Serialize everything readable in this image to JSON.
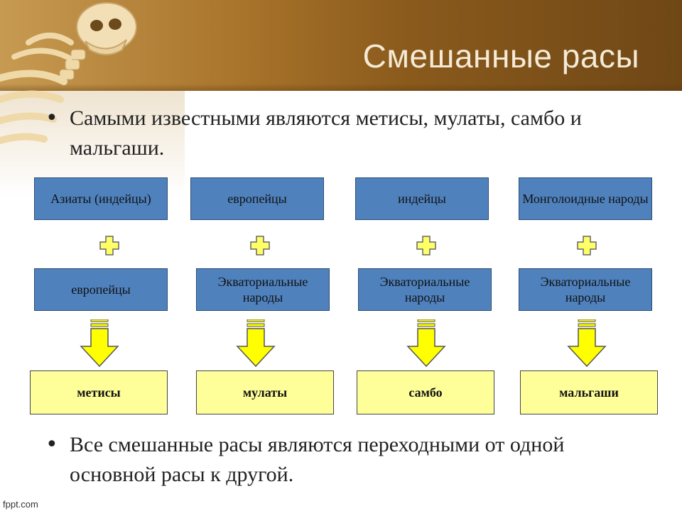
{
  "slide": {
    "title": "Смешанные расы",
    "bullet1": "Самыми известными являются метисы, мулаты, самбо и мальгаши.",
    "bullet2": "Все смешанные расы являются переходными от одной основной расы к другой.",
    "bullet_symbol": "•",
    "footer": "fppt.com"
  },
  "columns": [
    {
      "top": "Азиаты (индейцы)",
      "bottom": "европейцы",
      "result": "метисы"
    },
    {
      "top": "европейцы",
      "bottom": "Экваториальные народы",
      "result": "мулаты"
    },
    {
      "top": "индейцы",
      "bottom": "Экваториальные народы",
      "result": "самбо"
    },
    {
      "top": "Монголоидные народы",
      "bottom": "Экваториальные народы",
      "result": "мальгаши"
    }
  ],
  "colors": {
    "header": "#a9742b",
    "box_blue": "#4f81bd",
    "result_yellow": "#ffff99",
    "arrow_yellow": "#ffff00",
    "plus_yellow": "#ffff66"
  }
}
